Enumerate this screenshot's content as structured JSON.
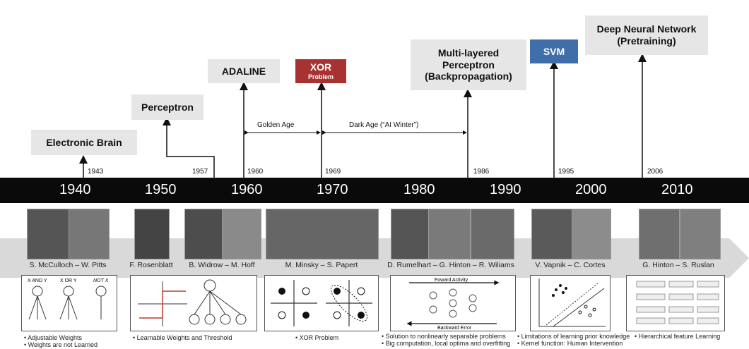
{
  "milestones": {
    "electronic_brain": "Electronic Brain",
    "perceptron": "Perceptron",
    "adaline": "ADALINE",
    "xor_title": "XOR",
    "xor_sub": "Problem",
    "mlp_line1": "Multi-layered",
    "mlp_line2": "Perceptron",
    "mlp_line3": "(Backpropagation)",
    "svm": "SVM",
    "dnn_line1": "Deep Neural Network",
    "dnn_line2": "(Pretraining)"
  },
  "years": {
    "y1943": "1943",
    "y1957": "1957",
    "y1960": "1960",
    "y1969": "1969",
    "y1986": "1986",
    "y1995": "1995",
    "y2006": "2006"
  },
  "eras": {
    "golden": "Golden Age",
    "dark": "Dark Age (“AI Winter”)"
  },
  "decades": [
    "1940",
    "1950",
    "1960",
    "1970",
    "1980",
    "1990",
    "2000",
    "2010"
  ],
  "people": {
    "p1": "S. McCulloch – W. Pitts",
    "p2": "F. Rosenblatt",
    "p3": "B. Widrow – M. Hoff",
    "p4": "M. Minsky – S. Papert",
    "p5": "D. Rumelhart – G. Hinton – R. Wiliams",
    "p6": "V. Vapnik – C. Cortes",
    "p7": "G. Hinton – S. Ruslan"
  },
  "panel_text": {
    "and": "X AND Y",
    "or": "X OR Y",
    "not": "NOT X",
    "forward": "Foward Activity",
    "backward": "Backward Error"
  },
  "captions": {
    "c1a": "• Adjustable Weights",
    "c1b": "• Weights are not Learned",
    "c2": "• Learnable Weights  and Threshold",
    "c3": "• XOR Problem",
    "c4a": "• Solution to nonlinearly separable problems",
    "c4b": "• Big computation, local optima and overfitting",
    "c5a": "• Limitations of learning prior knowledge",
    "c5b": "• Kernel function: Human Intervention",
    "c6": "• Hierarchical feature Learning"
  },
  "colors": {
    "xor_box": "#a83232",
    "svm_box": "#3f6ea8",
    "milestone_box": "#e6e6e6",
    "band": "#0a0a0a"
  }
}
